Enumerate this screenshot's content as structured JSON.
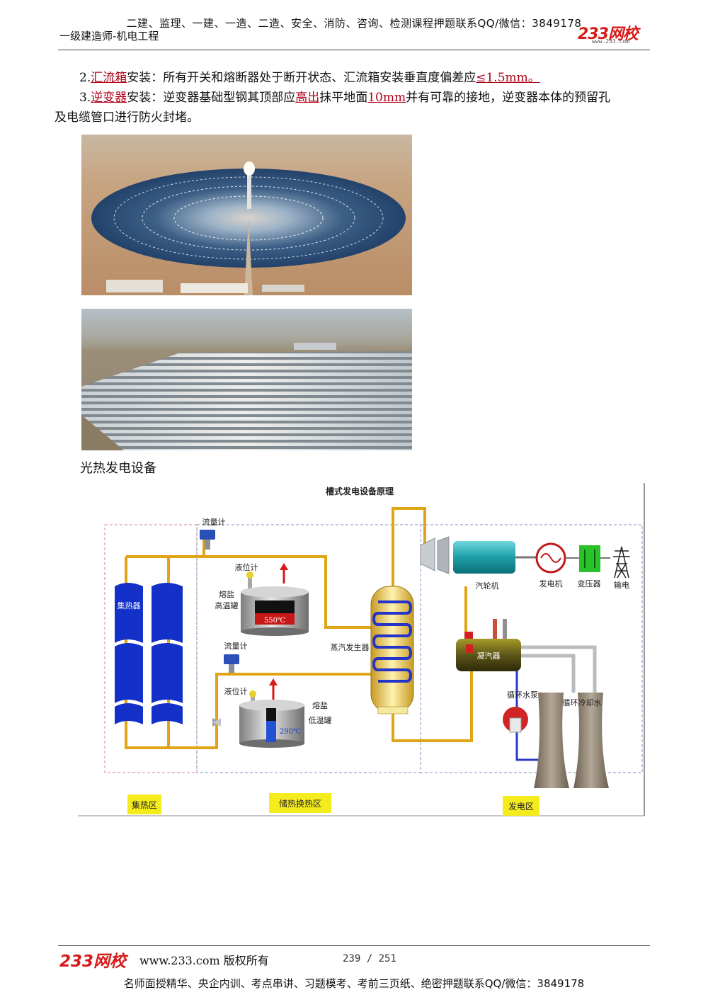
{
  "header": {
    "courses_line": "二建、监理、一建、一造、二造、安全、消防、咨询、检测课程押题联系QQ/微信：3849178",
    "subject": "一级建造师-机电工程",
    "logo": "233网校",
    "logo_url": "www.233.com"
  },
  "body": {
    "item2": {
      "num": "2.",
      "term": "汇流箱",
      "text1": "安装：所有开关和熔断器处于断开状态、汇流箱安装垂直度偏差应",
      "value": "≤1.5mm。"
    },
    "item3": {
      "num": "3.",
      "term": "逆变器",
      "text1": "安装：逆变器基础型钢其顶部应",
      "hl1": "高出",
      "text2": "抹平地面",
      "hl2": "10mm",
      "text3": "并有可靠的接地，逆变器本体的预留孔",
      "text4": "及电缆管口进行防火封堵。"
    },
    "caption": "光热发电设备"
  },
  "diagram": {
    "title": "槽式发电设备原理",
    "collector": "集热器",
    "flowmeter_top": "流量计",
    "level_top": "液位计",
    "hot_tank_a": "熔盐",
    "hot_tank_b": "高温罐",
    "hot_temp": "550℃",
    "flowmeter_bottom": "流量计",
    "level_bottom": "液位计",
    "cold_tank_a": "熔盐",
    "cold_tank_b": "低温罐",
    "cold_temp": "290℃",
    "steam_gen": "蒸汽发生器",
    "turbine": "汽轮机",
    "generator": "发电机",
    "transformer": "变压器",
    "transmission": "输电",
    "condenser": "凝汽器",
    "pump": "循环水泵",
    "cooling": "循环冷却水",
    "zone1": "集热区",
    "zone2": "储热换热区",
    "zone3": "发电区"
  },
  "footer": {
    "logo": "233网校",
    "copyright": "www.233.com 版权所有",
    "page": "239 / 251",
    "bottom_line": "名师面授精华、央企内训、考点串讲、习题模考、考前三页纸、绝密押题联系QQ/微信：3849178"
  }
}
